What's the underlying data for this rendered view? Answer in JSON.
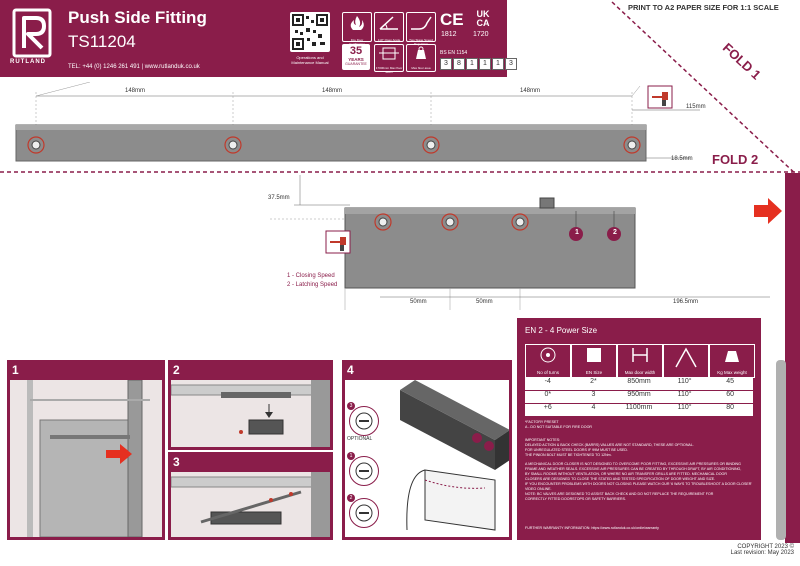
{
  "header": {
    "brand": "RUTLAND",
    "title": "Push Side Fitting",
    "code": "TS11204",
    "contact": "TEL: +44 (0) 1246 261 491  |  www.rutlanduk.co.uk",
    "qr_caption": "Operations and Maintenance Manual",
    "years_number": "35",
    "years_word": "YEARS",
    "years_sub": "GUARANTEE",
    "badge1": "Fire Door Certification",
    "badge2": "110° Open Angle",
    "badge3": "Two Stage Speed Regulation",
    "badge4": "17000mm Max floor width",
    "badge5": "Max floor area",
    "badge6": "Adjustable",
    "ce_mark": "CE",
    "ce_number": "1812",
    "ukca_top": "UK",
    "ukca_bottom": "CA",
    "ukca_number": "1720",
    "bs_label": "BS EN 1154",
    "classification": [
      "3",
      "8",
      "1",
      "1",
      "1",
      "3"
    ]
  },
  "print_note": "PRINT TO A2 PAPER SIZE FOR 1:1 SCALE",
  "fold1": "FOLD 1",
  "fold2": "FOLD 2",
  "dims": {
    "d148a": "148mm",
    "d148b": "148mm",
    "d148c": "148mm",
    "d115": "115mm",
    "d18": "18.5mm",
    "d37": "37.5mm",
    "d50a": "50mm",
    "d50b": "50mm",
    "d196": "196.5mm"
  },
  "speed_labels": [
    "1 - Closing Speed",
    "2 - Latching Speed"
  ],
  "marker1": "1",
  "marker2": "2",
  "table": {
    "title": "EN 2 - 4 Power Size",
    "headers": [
      "No of turns",
      "EN Size",
      "Max door width",
      "",
      "Kg Max weight"
    ],
    "rows": [
      [
        "-4",
        "2*",
        "850mm",
        "110°",
        "45"
      ],
      [
        "0*",
        "3",
        "950mm",
        "110°",
        "60"
      ],
      [
        "+6",
        "4",
        "1100mm",
        "110°",
        "80"
      ]
    ],
    "factory": "*FACTORY PRESET",
    "factory2": "A - DO NOT SUITABLE FOR FIRE DOOR",
    "notes": [
      "IMPORTANT NOTES:",
      "DELAYED ACTION & BACK CHECK (BARRS) VALUES ARE NOT STANDARD, THESE ARE OPTIONAL.",
      "FOR UNREGULATED STEEL DOORS IF 99M MUST BE USED.",
      "THE PINION BOLT MUST BE TIGHTENED TO 12Nm.",
      "",
      "A MECHANICAL DOOR CLOSER IS NOT DESIGNED TO OVERCOME POOR FITTING, EXCESSIVE AIR PRESSURES OR BINDING",
      "FRAME AND WEATHER SEALS. EXCESSIVE AIR PRESSURES CAN BE CREATED BY THROUGH DRAFT, BY AIR CONDITIONING,",
      "BY SMALL ROOMS WITHOUT VENTILATION, OR WHERE NO AIR TRANSFER GRILLS ARE FITTED. MECHANICAL DOOR",
      "CLOSERS ARE DESIGNED TO CLOSE THE STATED AND TESTED SPECIFICATION OF DOOR WEIGHT AND SIZE.",
      "IF YOU ENCOUNTER PROBLEMS WITH DOORS NOT CLOSING PLEASE WATCH OUR '6 WAYS TO TROUBLESHOOT A DOOR CLOSER' VIDEO ONLINE.",
      "NOTE: BC VALVES ARE DESIGNED TO ASSIST BACK CHECK AND DO NOT REPLACE THE REQUIREMENT FOR",
      "CORRECTLY FITTED DOORSTOPS OR SAFETY BARRIERS."
    ],
    "warranty": "FURTHER WARRANTY INFORMATION: https://www.rutlanduk.co.uk/ordie/warranty"
  },
  "steps": [
    "1",
    "2",
    "3",
    "4"
  ],
  "step4_optional": "OPTIONAL",
  "step4_n3": "3",
  "step4_n1": "1",
  "step4_n2": "2",
  "copyright": "COPYRIGHT 2023 ©",
  "revision": "Last revision: May 2023",
  "colors": {
    "brand": "#8a1d4a",
    "body": "#8c8c8c",
    "drill": "#c0392b"
  }
}
